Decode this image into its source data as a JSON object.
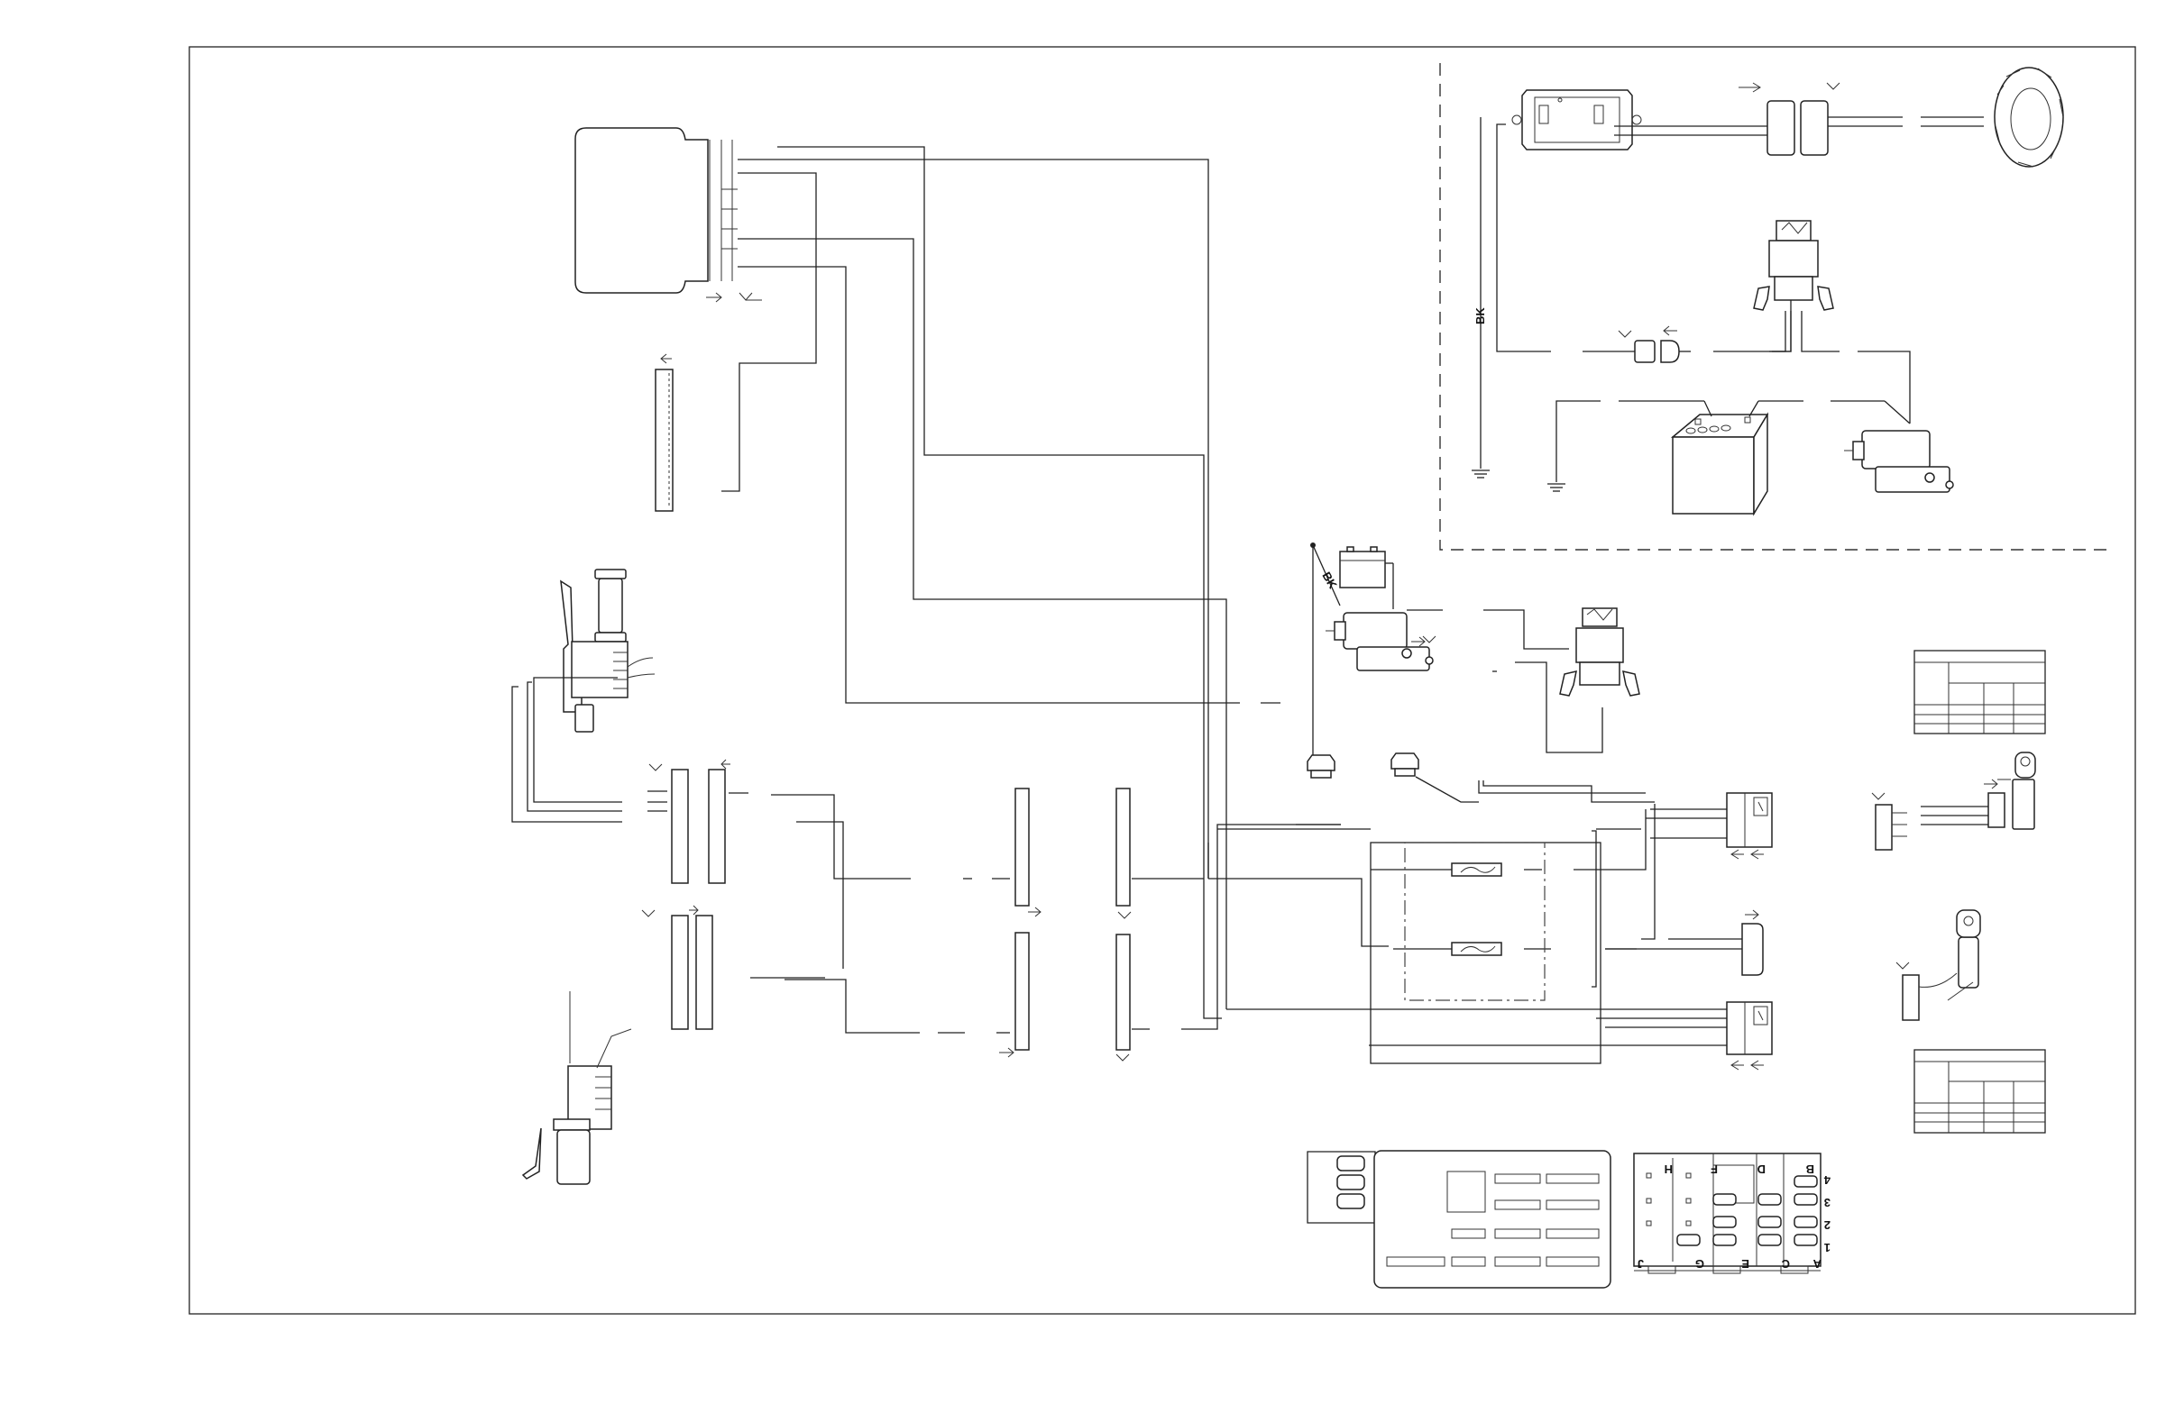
{
  "labels": {
    "ground_wire": "BK",
    "battery_wire": "BK",
    "terminals": [
      "H",
      "F",
      "D",
      "B",
      "4",
      "3",
      "2",
      "1",
      "J",
      "G",
      "E",
      "C",
      "A"
    ]
  }
}
